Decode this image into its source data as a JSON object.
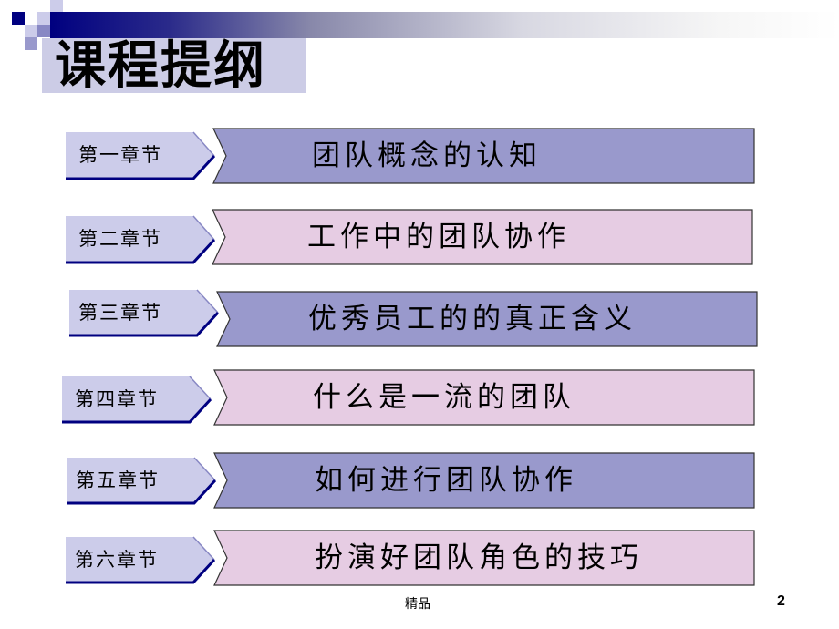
{
  "slide": {
    "title": "课程提纲",
    "footer": "精品",
    "page_number": "2"
  },
  "colors": {
    "accent_navy": "#000080",
    "label_fill": "#ccccea",
    "purple_fill": "#9999cc",
    "pink_fill": "#e6cce3",
    "title_box": "#cccce6"
  },
  "chapters": [
    {
      "label": "第一章节",
      "title": "团队概念的认知",
      "color": "purple"
    },
    {
      "label": "第二章节",
      "title": "工作中的团队协作",
      "color": "pink"
    },
    {
      "label": "第三章节",
      "title": "优秀员工的的真正含义",
      "color": "purple"
    },
    {
      "label": "第四章节",
      "title": "什么是一流的团队",
      "color": "pink"
    },
    {
      "label": "第五章节",
      "title": "如何进行团队协作",
      "color": "purple"
    },
    {
      "label": "第六章节",
      "title": "扮演好团队角色的技巧",
      "color": "pink"
    }
  ]
}
